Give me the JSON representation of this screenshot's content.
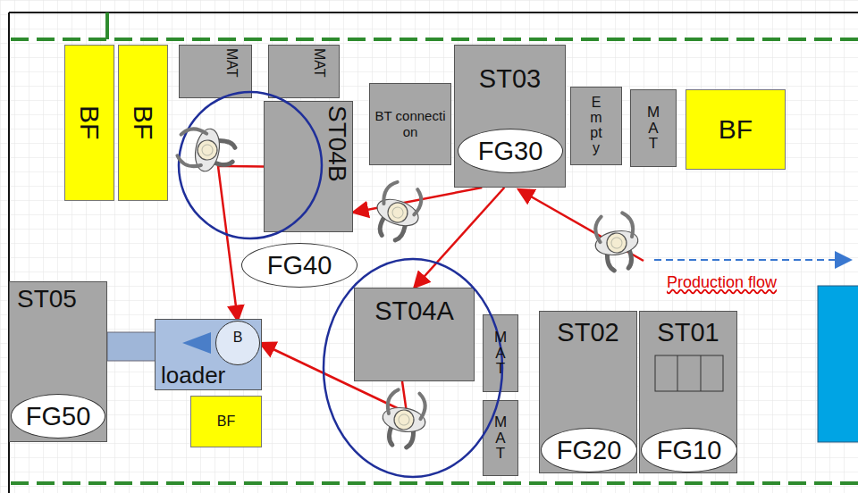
{
  "diagram": {
    "nodes": [
      {
        "text": [
          "BF"
        ]
      },
      {
        "text": [
          "BF"
        ]
      },
      {
        "text": [
          "MAT"
        ]
      },
      {
        "text": [
          "MAT"
        ]
      },
      {
        "text": [
          "ST04B"
        ]
      },
      {
        "text": [
          "BT connection"
        ]
      },
      {
        "text": [
          "ST03"
        ]
      },
      {
        "text": [
          "FG30"
        ],
        "in": 6
      },
      {
        "text": [
          "Empty"
        ]
      },
      {
        "text": [
          "MAT"
        ]
      },
      {
        "text": [
          "BF"
        ]
      },
      {
        "text": [
          "FG40"
        ]
      },
      {
        "text": [
          "ST05"
        ]
      },
      {
        "text": [
          "FG50"
        ],
        "in": 12
      },
      {
        "text": [
          "loader"
        ]
      },
      {
        "text": [
          "B"
        ],
        "in": 14
      },
      {
        "text": [
          "BF"
        ]
      },
      {
        "text": [
          "ST04A"
        ]
      },
      {
        "text": [
          "MAT"
        ]
      },
      {
        "text": [
          "MAT"
        ]
      },
      {
        "text": [
          "ST02"
        ]
      },
      {
        "text": [
          "FG20"
        ],
        "in": 20
      },
      {
        "text": [
          "ST01"
        ]
      },
      {
        "text": [
          "FG10"
        ],
        "in": 22
      }
    ],
    "edges": [
      {
        "from": 6,
        "to": 4,
        "arrow": "to"
      },
      {
        "from": 6,
        "to": 17,
        "arrow": "to"
      },
      {
        "from": 4,
        "to": 15,
        "arrow": "to"
      },
      {
        "from": 17,
        "to": 15,
        "arrow": "to"
      }
    ],
    "labels": [
      "Production flow"
    ]
  }
}
